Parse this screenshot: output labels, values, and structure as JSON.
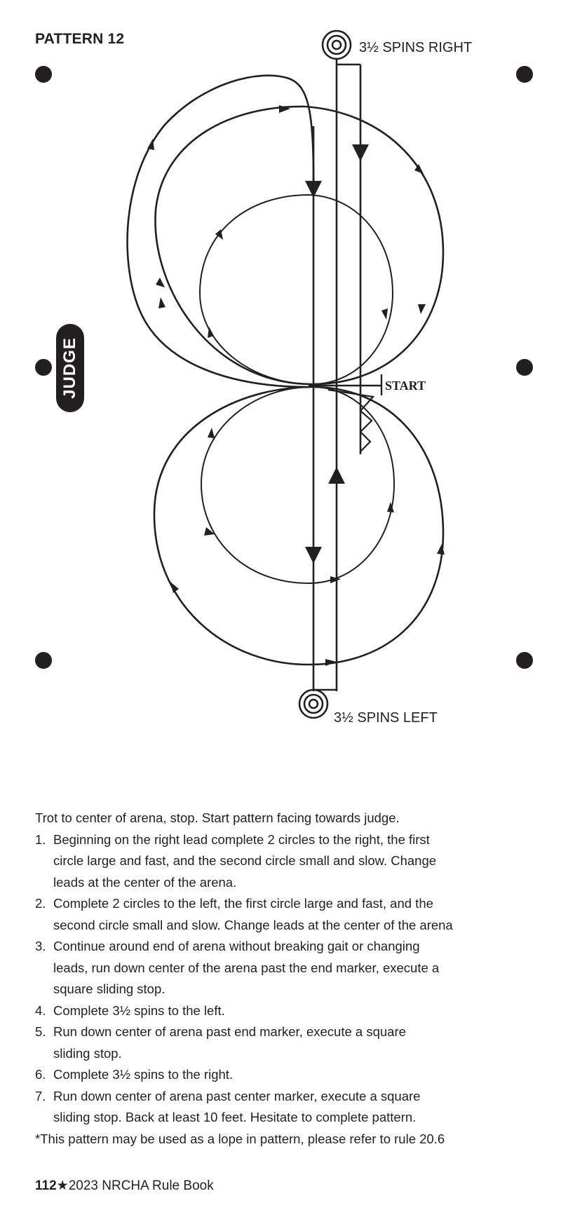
{
  "header": {
    "title": "PATTERN 12"
  },
  "diagram": {
    "spin_right_label": "3½ SPINS RIGHT",
    "spin_left_label": "3½ SPINS LEFT",
    "start_label": "START",
    "judge_label": "JUDGE"
  },
  "instructions": {
    "intro": "Trot to center of arena, stop. Start pattern facing towards judge.",
    "steps": [
      {
        "num": "1.",
        "lines": [
          "Beginning on the right lead complete 2 circles to the right, the first",
          "circle large and fast, and the second circle small and slow. Change",
          "leads at the center of the arena."
        ]
      },
      {
        "num": "2.",
        "lines": [
          "Complete 2 circles to the left, the first circle large and fast, and the",
          "second circle small and slow. Change leads at the center of the arena"
        ]
      },
      {
        "num": "3.",
        "lines": [
          "Continue around end of arena without breaking gait or changing",
          "leads, run down center of the arena past the end marker, execute a",
          "square sliding stop."
        ]
      },
      {
        "num": "4.",
        "lines": [
          "Complete 3½ spins to the left."
        ]
      },
      {
        "num": "5.",
        "lines": [
          "Run down center of arena past end marker, execute a square",
          "sliding stop."
        ]
      },
      {
        "num": "6.",
        "lines": [
          "Complete 3½ spins to the right."
        ]
      },
      {
        "num": "7.",
        "lines": [
          "Run down center of arena past center marker, execute a square",
          "sliding stop. Back at least 10 feet. Hesitate to complete pattern."
        ]
      }
    ],
    "note": "*This pattern may be used as a lope in pattern, please refer to rule 20.6"
  },
  "footer": {
    "page": "112",
    "star": "★",
    "book": "2023 NRCHA Rule Book"
  },
  "colors": {
    "ink": "#231f20",
    "paper": "#ffffff"
  }
}
